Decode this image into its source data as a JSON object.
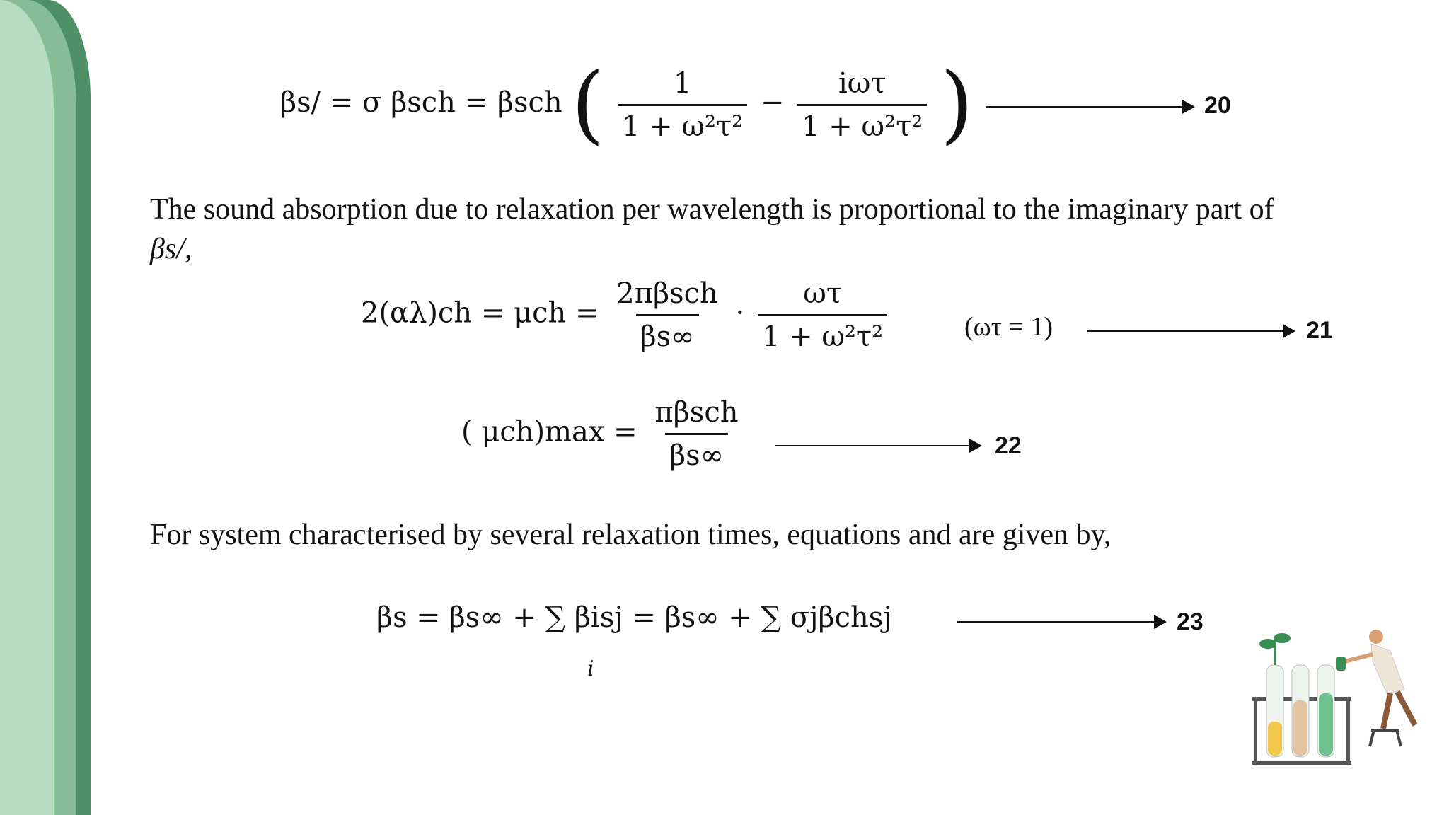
{
  "equations": {
    "eq20": {
      "lhs": "βs/ = σ βsch = βsch",
      "term1_num": "1",
      "term1_den": "1 + ω²τ²",
      "minus": "−",
      "term2_num": "iωτ",
      "term2_den": "1 + ω²τ²",
      "number": "20"
    },
    "eq21": {
      "lhs": "2(αλ)ch = μch =",
      "frac1_num": "2πβsch",
      "frac1_den": "βs∞",
      "dot": "·",
      "frac2_num": "ωτ",
      "frac2_den": "1 + ω²τ²",
      "condition": "(ωτ = 1)",
      "number": "21"
    },
    "eq22": {
      "lhs": "( μch)max =",
      "frac_num": "πβsch",
      "frac_den": "βs∞",
      "number": "22"
    },
    "eq23": {
      "expr_left": "βs =  βs∞ + ∑",
      "sum_index": "i",
      "expr_mid": "βisj = βs∞ + ∑ σjβchsj",
      "number": "23"
    }
  },
  "paragraphs": {
    "p1_line1": "The sound absorption due to relaxation per wavelength is proportional to the imaginary part of",
    "p1_line2": "βs/,",
    "p2": "For system characterised by several relaxation times, equations and are given by,"
  },
  "decor": {
    "band_dark": "#4e8f66",
    "band_mid": "#86bd97",
    "band_light": "#b6dcc1",
    "illustration": "scientist-with-test-tubes-illustration"
  }
}
